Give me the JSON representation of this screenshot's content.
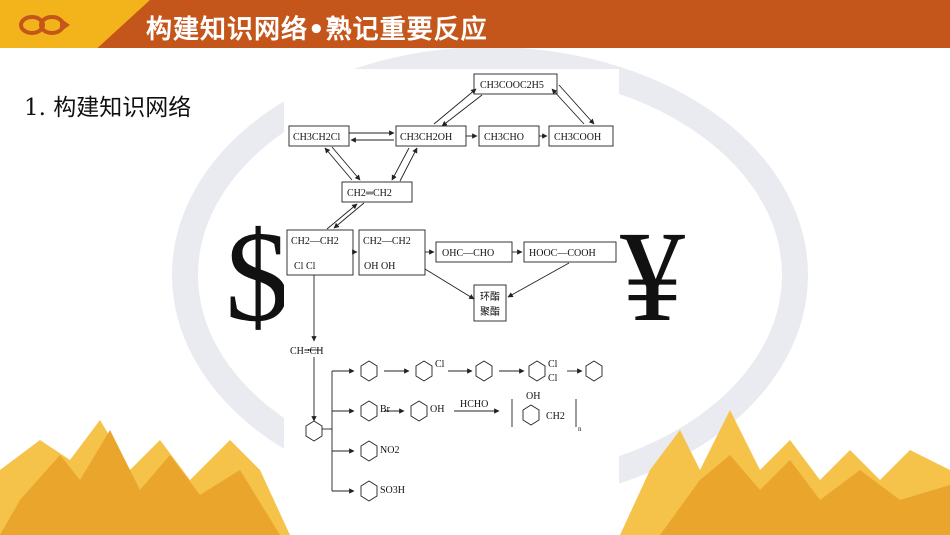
{
  "header": {
    "title": "构建知识网络•熟记重要反应",
    "logo_icon": "link-icon",
    "colors": {
      "bar": "#c4561b",
      "tab": "#f3b31a"
    }
  },
  "section": {
    "heading": "1. 构建知识网络"
  },
  "diagram": {
    "nodes": {
      "ethyl_acetate": "CH3COOC2H5",
      "chloroethane": "CH3CH2Cl",
      "ethanol": "CH3CH2OH",
      "acetaldehyde": "CH3CHO",
      "acetic_acid": "CH3COOH",
      "ethylene": "CH2═CH2",
      "dichloroethane_top": "CH2—CH2",
      "dichloroethane_bottom": "Cl      Cl",
      "ethylene_glycol_top": "CH2—CH2",
      "ethylene_glycol_bottom": "OH     OH",
      "glyoxal": "OHC—CHO",
      "oxalic_acid": "HOOC—COOH",
      "ester_line1": "环酯",
      "ester_line2": "聚酯",
      "acetylene": "CH≡CH",
      "chloro_label": "Cl",
      "dichloro_label_1": "Cl",
      "dichloro_label_2": "Cl",
      "bromo_label": "Br",
      "phenol_label": "OH",
      "hcho_label": "HCHO",
      "resin_oh": "OH",
      "resin_ch2": "CH2",
      "resin_n": "n",
      "nitro_label": "NO2",
      "sulfo_label": "SO3H"
    }
  }
}
